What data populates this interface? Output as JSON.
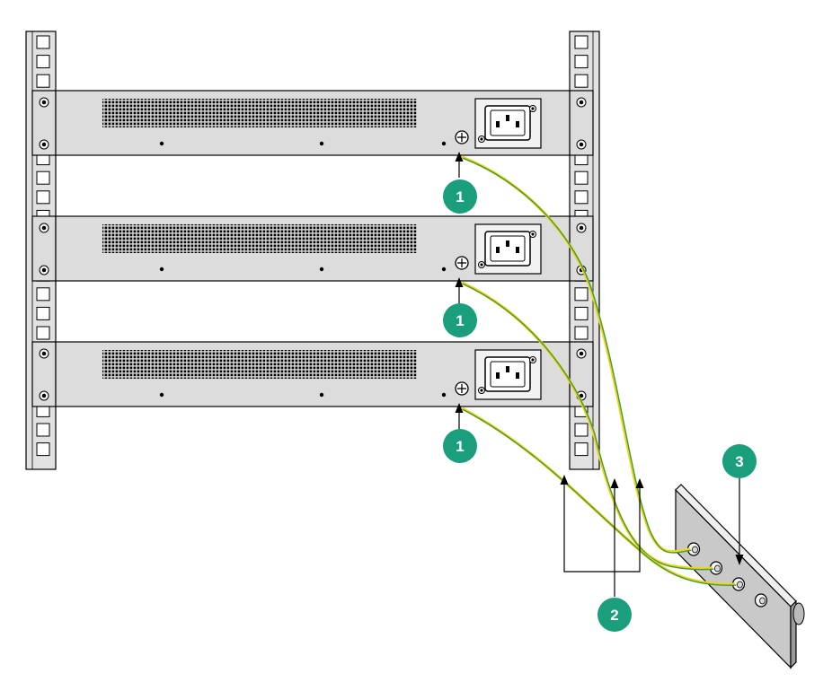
{
  "diagram": {
    "callouts": [
      {
        "id": "c1a",
        "label": "1"
      },
      {
        "id": "c1b",
        "label": "1"
      },
      {
        "id": "c1c",
        "label": "1"
      },
      {
        "id": "c2",
        "label": "2"
      },
      {
        "id": "c3",
        "label": "3"
      }
    ],
    "colors": {
      "rail": "#e2e2e2",
      "chassis": "#dcdcdc",
      "outline": "#000000",
      "callout": "#1a9e7b",
      "cable_yellow": "#f2d21f",
      "cable_green": "#3d9e3d",
      "ground_bar": "#c8c8c8"
    }
  }
}
